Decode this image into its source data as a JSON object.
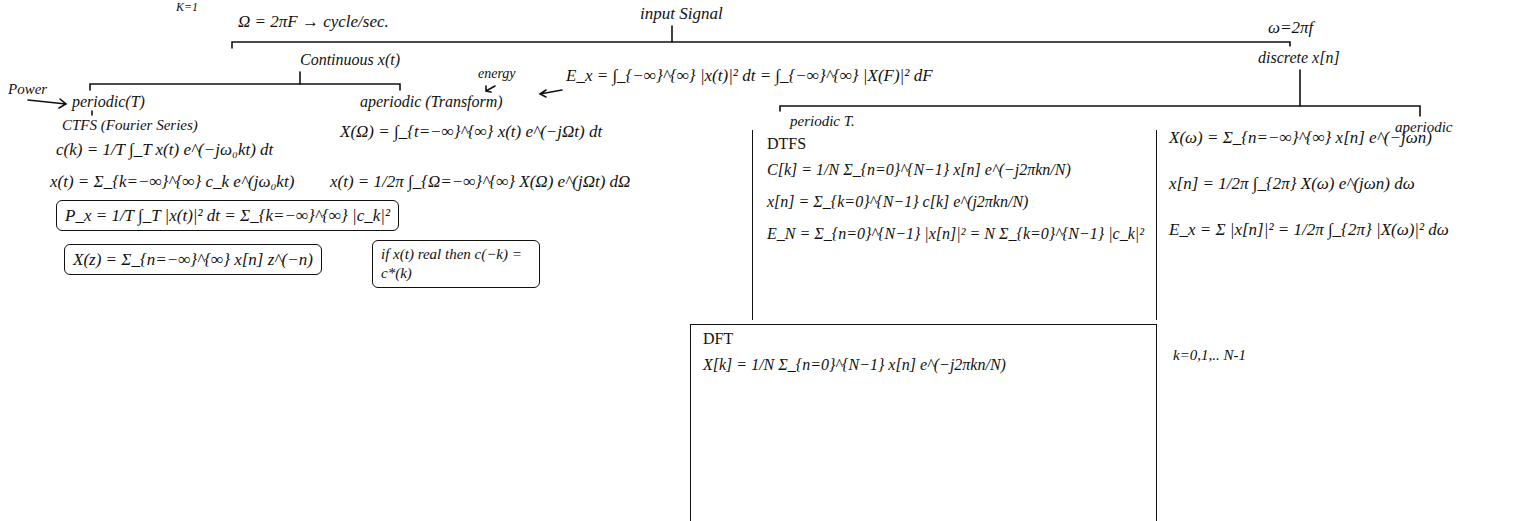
{
  "diagram": {
    "nodes": [
      {
        "text": [
          "P_x = 1/T ∫_T |x(t)|² dt = Σ_{k=−∞}^{∞} |c_k|²"
        ]
      },
      {
        "text": [
          "DTFS",
          "C[k] = 1/N Σ_{n=0}^{N−1} x[n] e^(−j2πkn/N)",
          "x[n] = Σ_{k=0}^{N−1} c[k] e^(j2πkn/N)",
          "E_N = Σ_{n=0}^{N−1} |x[n]|² = N Σ_{k=0}^{N−1} |c_k|²"
        ]
      },
      {
        "text": [
          "X(z) = Σ_{n=−∞}^{∞} x[n] z^(−n)"
        ]
      },
      {
        "text": [
          "if x(t) real then c(−k) = c*(k)"
        ]
      },
      {
        "text": [
          "DFT",
          "X[k] = 1/N Σ_{n=0}^{N−1} x[n] e^(−j2πkn/N)"
        ]
      }
    ],
    "labels": [
      "K=1",
      "Ω = 2πF → cycle/sec.",
      "input Signal",
      "ω=2πf",
      "Continuous x(t)",
      "discrete x[n]",
      "Power",
      "periodic(T)",
      "CTFS (Fourier Series)",
      "aperiodic (Transform)",
      "energy",
      "E_x = ∫_{−∞}^{∞} |x(t)|² dt = ∫_{−∞}^{∞} |X(F)|² dF",
      "X(Ω) = ∫_{t=−∞}^{∞} x(t) e^(−jΩt) dt",
      "c(k) = 1/T ∫_T x(t) e^(−jω₀kt) dt",
      "x(t) = Σ_{k=−∞}^{∞} c_k e^(jω₀kt)",
      "x(t) = 1/2π ∫_{Ω=−∞}^{∞} X(Ω) e^(jΩt) dΩ",
      "periodic T.",
      "aperiodic",
      "X(ω) = Σ_{n=−∞}^{∞} x[n] e^(−jωn)",
      "x[n] = 1/2π ∫_{2π} X(ω) e^(jωn) dω",
      "E_x = Σ |x[n]|² = 1/2π ∫_{2π} |X(ω)|² dω",
      "k=0,1,.. N-1"
    ]
  }
}
